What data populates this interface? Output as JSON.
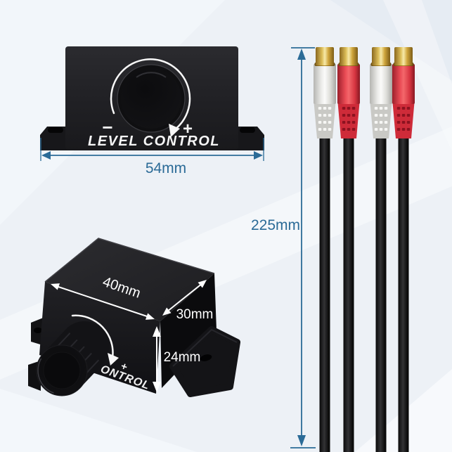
{
  "image": {
    "type": "product-dimension-photo",
    "background_color": "#edf1f6",
    "dimension_annotation_color": "#2b6b97",
    "product_color": "#1a1a1c"
  },
  "front_view": {
    "minus_mark": "−",
    "plus_mark": "+",
    "label": "LEVEL CONTROL",
    "width": "54mm"
  },
  "cables": {
    "length": "225mm",
    "connector_order": [
      "white",
      "red",
      "white",
      "red"
    ],
    "tip_color": "#d9b44a",
    "white_body_color": "#ececea",
    "red_body_color": "#e94b55",
    "cable_color": "#141414"
  },
  "iso_view": {
    "width": "40mm",
    "depth": "30mm",
    "height": "24mm",
    "knob_label_partial": "ONTROL",
    "plus_mark": "+"
  }
}
